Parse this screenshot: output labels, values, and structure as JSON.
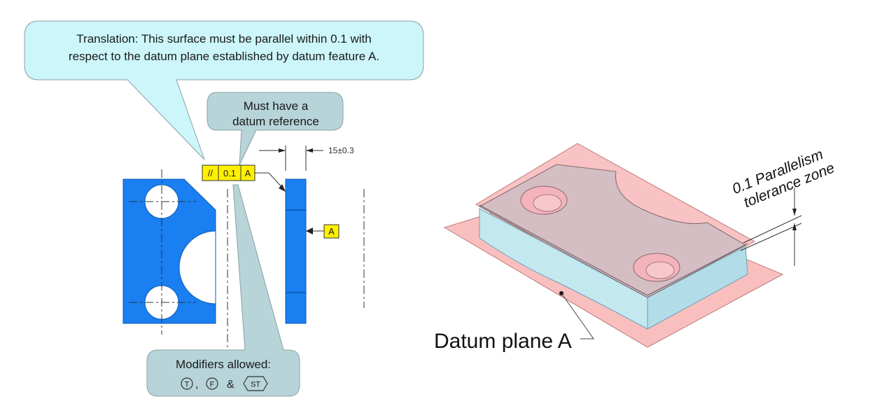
{
  "callouts": {
    "translation_line1": "Translation:  This surface must be parallel within 0.1 with",
    "translation_line2": "respect to the datum plane established by datum feature A.",
    "datum_ref_line1": "Must have a",
    "datum_ref_line2": "datum reference",
    "modifiers_line1": "Modifiers allowed:",
    "modifier_t": "T",
    "modifier_f": "F",
    "modifier_amp": "&",
    "modifier_st": "ST",
    "modifier_comma": ","
  },
  "feature_control_frame": {
    "symbol": "//",
    "tolerance": "0.1",
    "datum": "A"
  },
  "dimension": {
    "value": "15±0.3"
  },
  "datum_feature": {
    "label": "A"
  },
  "iso_view": {
    "zone_line1": "0.1 Parallelism",
    "zone_line2": "tolerance zone",
    "datum_plane_label": "Datum plane A"
  },
  "colors": {
    "part_blue": "#1a7ff0",
    "callout_cyan": "#ccf6fa",
    "callout_teal": "#b7d4d8",
    "fcf_yellow": "#fff000",
    "plane_pink": "#f8b8b8",
    "part_face": "#d4bec4",
    "part_side": "#c4e8f0"
  }
}
